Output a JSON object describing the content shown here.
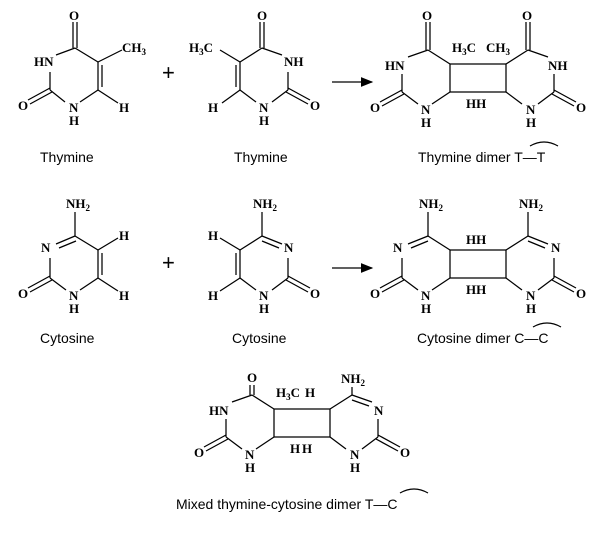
{
  "captions": {
    "thymine_1": "Thymine",
    "thymine_2": "Thymine",
    "thymine_dimer": "Thymine dimer ",
    "thymine_dimer_notation": "T—T",
    "cytosine_1": "Cytosine",
    "cytosine_2": "Cytosine",
    "cytosine_dimer": "Cytosine dimer ",
    "cytosine_dimer_notation": "C—C",
    "mixed_dimer": "Mixed thymine-cytosine dimer ",
    "mixed_dimer_notation": "T—C"
  },
  "symbols": {
    "plus": "+"
  },
  "atoms": {
    "O": "O",
    "HN": "HN",
    "NH": "NH",
    "N": "N",
    "H": "H",
    "HH": "HH",
    "CH": "CH",
    "H3C": "H",
    "C": "C",
    "NH2": "NH",
    "sub3": "3",
    "sub2": "2"
  }
}
